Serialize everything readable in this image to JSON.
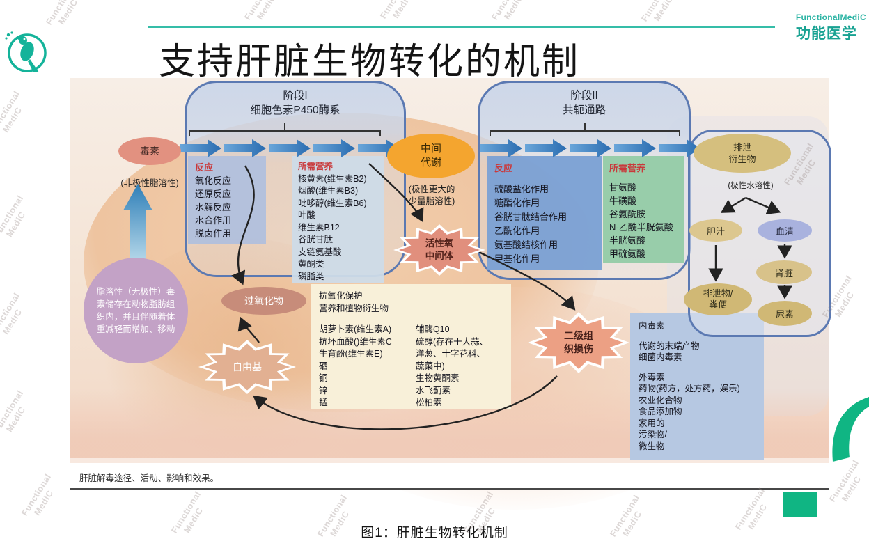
{
  "header": {
    "title": "支持肝脏生物转化的机制",
    "brand_top": "FunctionalMediC",
    "brand_bottom": "功能医学"
  },
  "watermark": {
    "line1": "Functional",
    "line2": "MediC"
  },
  "diagram": {
    "toxin": {
      "label": "毒素",
      "note": "(非极性脂溶性)"
    },
    "fat_note": "脂溶性（无极性）毒素储存在动物脂肪组织内，并且伴随着体重减轻而增加、移动",
    "phase1": {
      "title_line1": "阶段I",
      "title_line2": "细胞色素P450酶系",
      "reactions": {
        "header": "反应",
        "items": [
          "氧化反应",
          "还原反应",
          "水解反应",
          "水合作用",
          "脱卤作用"
        ]
      },
      "nutrients": {
        "header": "所需营养",
        "items": [
          "核黄素(维生素B2)",
          "烟酸(维生素B3)",
          "吡哆醇(维生素B6)",
          "叶酸",
          "维生素B12",
          "谷胱甘肽",
          "支链氨基酸",
          "黄酮类",
          "磷脂类"
        ]
      }
    },
    "intermediate": {
      "line1": "中间",
      "line2": "代谢",
      "note_line1": "(极性更大的",
      "note_line2": "少量脂溶性)"
    },
    "ros": {
      "line1": "活性氧",
      "line2": "中间体"
    },
    "phase2": {
      "title_line1": "阶段II",
      "title_line2": "共轭通路",
      "reactions": {
        "header": "反应",
        "items": [
          "硫酸盐化作用",
          "糖酯化作用",
          "谷胱甘肽结合作用",
          "乙酰化作用",
          "氨基酸结核作用",
          "甲基化作用"
        ]
      },
      "nutrients": {
        "header": "所需营养",
        "items": [
          "甘氨酸",
          "牛磺酸",
          "谷氨酰胺",
          "N-乙酰半胱氨酸",
          "半胱氨酸",
          "甲硫氨酸"
        ]
      }
    },
    "excretion": {
      "label_line1": "排泄",
      "label_line2": "衍生物",
      "note": "(极性水溶性)",
      "bile": "胆汁",
      "serum": "血清",
      "kidney": "肾脏",
      "feces_line1": "排泄物/",
      "feces_line2": "粪便",
      "urine": "尿素"
    },
    "peroxide": "过氧化物",
    "free_radical": "自由基",
    "secondary": {
      "line1": "二级组",
      "line2": "织损伤"
    },
    "antioxidant": {
      "header_line1": "抗氧化保护",
      "header_line2": "营养和植物衍生物",
      "col1": [
        "胡萝卜素(维生素A)",
        "抗坏血酸()维生素C",
        "生育酚(维生素E)",
        "硒",
        "铜",
        "锌",
        "锰"
      ],
      "col2": [
        "辅酶Q10",
        "硫醇(存在于大蒜、",
        "洋葱、十字花科、",
        "蔬菜中)",
        "生物黄酮素",
        "水飞蓟素",
        "松柏素"
      ]
    },
    "toxins_box": {
      "title": "内毒素",
      "group1": [
        "代谢的末端产物",
        "细菌内毒素"
      ],
      "group2": [
        "外毒素",
        "药物(药方，处方药，娱乐)",
        "农业化合物",
        "食品添加物",
        "家用的",
        "污染物/",
        "微生物"
      ]
    },
    "footnote": "肝脏解毒途径、活动、影响和效果。"
  },
  "caption": "图1：肝脏生物转化机制",
  "colors": {
    "brand_teal": "#14b39a",
    "accent_green": "#10b583",
    "phase_border_blue": "#5b79b2",
    "reaction_red_header": "#c9393b",
    "toxin_salmon": "#e29180",
    "intermediate_orange": "#f4a52f",
    "excretion_tan": "#d5bf7e",
    "serum_periwinkle": "#a9b2de",
    "fat_purple": "#c3a2c6",
    "antioxidant_cream": "#f8f0d9",
    "toxins_blue": "#b6c8e2",
    "flow_arrow_blue": "#3a7fc0"
  }
}
